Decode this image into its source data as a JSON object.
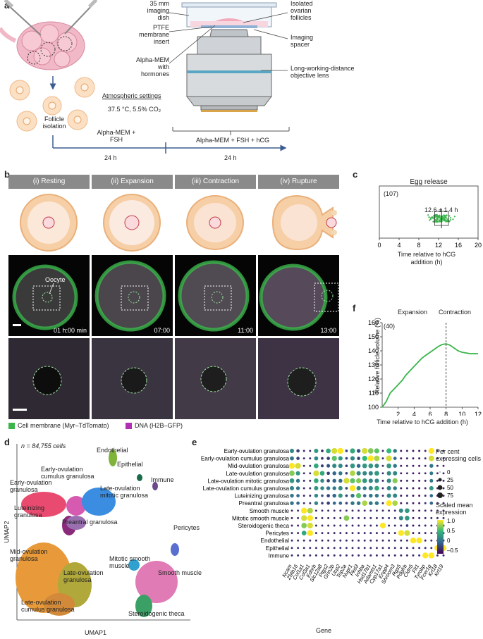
{
  "panel_a": {
    "letter": "a",
    "labels": {
      "dish": "35 mm\nimaging\ndish",
      "membrane": "PTFE\nmembrane\ninsert",
      "medium": "Alpha-MEM\nwith\nhormones",
      "follicles": "Isolated\novarian\nfollicles",
      "spacer": "Imaging\nspacer",
      "lens": "Long-working-distance\nobjective lens",
      "atmos_title": "Atmospheric settings",
      "atmos_values": "37.5 °C, 5.5% CO₂",
      "isolation": "Follicle\nisolation",
      "stage1": "Alpha-MEM +\nFSH",
      "stage2": "Alpha-MEM + FSH + hCG",
      "dur1": "24 h",
      "dur2": "24 h"
    }
  },
  "panel_b": {
    "letter": "b",
    "stages": [
      "(i) Resting",
      "(ii) Expansion",
      "(iii) Contraction",
      "(iv) Rupture"
    ],
    "timestamps": [
      "01 h:00 min",
      "07:00",
      "11:00",
      "13:00"
    ],
    "oocyte_label": "Oocyte",
    "legend_membrane": "Cell membrane (Myr–TdTomato)",
    "legend_dna": "DNA (H2B–GFP)",
    "colors": {
      "membrane": "#39b54a",
      "dna": "#b02fb5"
    }
  },
  "panel_c": {
    "letter": "c",
    "title": "Egg release",
    "n": "(107)",
    "annotation": "12.6 ± 1.4 h",
    "xlabel": "Time relative to hCG\naddition (h)"
  },
  "panel_f": {
    "letter": "f",
    "phase1": "Expansion",
    "phase2": "Contraction",
    "n": "(40)",
    "ylabel": "Relative follicle volume (%)",
    "xlabel": "Time relative to hCG addition (h)"
  },
  "panel_d": {
    "letter": "d",
    "count": "n = 84,755 cells",
    "xlabel": "UMAP1",
    "ylabel": "UMAP2",
    "clusters": [
      "Endothelial",
      "Epithelial",
      "Immune",
      "Early-ovulation\ngranulosa",
      "Early-ovulation\ncumulus granulosa",
      "Late-ovulation\nmitotic granulosa",
      "Luteinizing\ngranulosa",
      "Preantral granulosa",
      "Pericytes",
      "Mid-ovulation\ngranulosa",
      "Mitotic smooth\nmuscle",
      "Smooth muscle",
      "Late-ovulation\ngranulosa",
      "Late-ovulation\ncumulus granulosa",
      "Steroidogenic theca"
    ]
  },
  "panel_e": {
    "letter": "e",
    "xlabel": "Gene",
    "size_legend_title": "Per cent\nexpressing cells",
    "color_legend_title": "Scaled mean\nexpression"
  },
  "chart_data": [
    {
      "type": "scatter",
      "title": "Egg release",
      "xlabel": "Time relative to hCG addition (h)",
      "xlim": [
        0,
        20
      ],
      "xticks": [
        0,
        4,
        8,
        12,
        16,
        20
      ],
      "summary": {
        "mean": 12.6,
        "sd": 1.4,
        "n": 107
      },
      "color": "#39b54a"
    },
    {
      "type": "line",
      "xlabel": "Time relative to hCG addition (h)",
      "ylabel": "Relative follicle volume (%)",
      "xlim": [
        0,
        12
      ],
      "ylim": [
        100,
        160
      ],
      "xticks": [
        2,
        4,
        6,
        8,
        10,
        12
      ],
      "yticks": [
        100,
        110,
        120,
        130,
        140,
        150,
        160
      ],
      "x": [
        0,
        0.5,
        1,
        1.5,
        2,
        2.5,
        3,
        3.5,
        4,
        4.5,
        5,
        5.5,
        6,
        6.5,
        7,
        7.5,
        8,
        8.5,
        9,
        9.5,
        10,
        10.5,
        11,
        11.5,
        12
      ],
      "y": [
        100,
        104,
        110,
        113,
        116,
        119,
        123,
        126,
        129,
        132,
        135,
        137,
        139,
        141,
        143,
        144.5,
        145,
        144,
        142,
        140,
        139,
        138.5,
        138,
        138,
        138
      ],
      "marker_x": 8,
      "color": "#39b54a"
    },
    {
      "type": "heatmap",
      "rows": [
        "Early-ovulation granulosa",
        "Early-ovulation cumulus granulosa",
        "Mid-ovulation granulosa",
        "Late-ovulation granulosa",
        "Late-ovulation mitotic granulosa",
        "Late-ovulation cumulus granulosa",
        "Luteinizing granulosa",
        "Preantral granulosa",
        "Smooth muscle",
        "Mitotic smooth muscle",
        "Steroidogenic theca",
        "Pericytes",
        "Endothelial",
        "Epithelial",
        "Immune"
      ],
      "cols": [
        "Ncam",
        "Zbtb16",
        "Col1a1",
        "Col3a1",
        "Ednrb",
        "Slc12a8",
        "Ptgs2",
        "Grin2b",
        "Ucp2",
        "Top2a",
        "Nupr1",
        "Pkd3",
        "Inhba",
        "Hsd17b1",
        "Adamts1",
        "Cyp17a1",
        "Enpp4",
        "Shroom3",
        "Rgs5",
        "Pdgfrb",
        "Cldn5",
        "Flt1",
        "Tyrobp",
        "Fcer1g",
        "Krt18",
        "Krt19"
      ],
      "size_legend": [
        0,
        25,
        50,
        75
      ],
      "color_legend": [
        1.0,
        0.5,
        0,
        -0.5
      ],
      "values": [
        [
          0.2,
          -0.2,
          -0.3,
          -0.3,
          0.3,
          -0.3,
          0.4,
          0.9,
          1.0,
          -0.2,
          0.4,
          -0.1,
          0.9,
          0.7,
          0.6,
          -0.3,
          0.5,
          0.1,
          -0.4,
          -0.3,
          -0.4,
          -0.4,
          -0.3,
          1.0,
          -0.3,
          -0.3
        ],
        [
          0.1,
          -0.2,
          -0.3,
          -0.3,
          0.2,
          -0.3,
          -0.2,
          0.6,
          0.3,
          -0.2,
          0.2,
          -0.2,
          0.5,
          1.0,
          0.8,
          -0.3,
          0.9,
          0.0,
          -0.4,
          -0.3,
          -0.4,
          -0.4,
          -0.3,
          0.9,
          -0.3,
          -0.3
        ],
        [
          1.0,
          0.9,
          -0.3,
          -0.3,
          0.4,
          -0.2,
          -0.1,
          0.2,
          0.2,
          -0.2,
          0.3,
          0.0,
          0.3,
          0.3,
          0.2,
          -0.3,
          0.3,
          0.1,
          -0.4,
          -0.3,
          -0.4,
          -0.4,
          -0.3,
          0.1,
          -0.3,
          -0.3
        ],
        [
          0.7,
          0.3,
          -0.3,
          -0.3,
          0.9,
          0.4,
          -0.2,
          0.0,
          0.1,
          -0.2,
          0.8,
          0.2,
          0.2,
          0.2,
          0.3,
          -0.3,
          0.2,
          0.2,
          -0.4,
          -0.3,
          -0.4,
          -0.4,
          -0.3,
          0.1,
          -0.3,
          -0.3
        ],
        [
          0.3,
          0.1,
          -0.3,
          -0.3,
          0.4,
          0.2,
          -0.2,
          0.0,
          0.0,
          0.9,
          0.6,
          0.7,
          0.3,
          0.2,
          0.2,
          -0.3,
          0.2,
          0.7,
          -0.4,
          -0.3,
          -0.4,
          -0.4,
          -0.3,
          0.1,
          -0.3,
          -0.3
        ],
        [
          0.2,
          0.1,
          -0.3,
          -0.3,
          0.3,
          0.2,
          0.1,
          0.1,
          0.2,
          -0.2,
          1.0,
          0.2,
          0.1,
          0.2,
          0.4,
          -0.3,
          0.2,
          0.1,
          -0.4,
          -0.3,
          -0.4,
          -0.4,
          -0.3,
          0.3,
          -0.3,
          -0.3
        ],
        [
          0.1,
          0.0,
          -0.3,
          -0.3,
          0.2,
          -0.1,
          -0.2,
          0.0,
          0.3,
          -0.2,
          0.1,
          0.6,
          0.0,
          0.1,
          0.1,
          -0.3,
          0.2,
          0.2,
          -0.4,
          -0.3,
          -0.4,
          -0.4,
          -0.3,
          0.0,
          -0.3,
          -0.3
        ],
        [
          0.1,
          0.0,
          -0.3,
          -0.3,
          0.2,
          -0.2,
          -0.2,
          0.0,
          0.0,
          -0.2,
          0.1,
          0.1,
          0.8,
          0.1,
          0.1,
          -0.3,
          1.0,
          0.8,
          -0.4,
          -0.3,
          -0.4,
          -0.4,
          -0.3,
          0.0,
          -0.3,
          -0.3
        ],
        [
          -0.3,
          -0.3,
          1.0,
          0.8,
          -0.3,
          -0.3,
          -0.3,
          -0.3,
          -0.3,
          -0.3,
          -0.3,
          -0.3,
          -0.3,
          -0.3,
          -0.3,
          -0.3,
          -0.3,
          -0.3,
          0.2,
          0.3,
          -0.4,
          -0.4,
          -0.3,
          -0.3,
          -0.3,
          -0.3
        ],
        [
          -0.3,
          -0.3,
          0.9,
          1.0,
          -0.3,
          -0.3,
          -0.3,
          -0.3,
          -0.3,
          0.7,
          -0.3,
          -0.3,
          -0.3,
          -0.3,
          -0.3,
          -0.3,
          -0.3,
          -0.3,
          0.2,
          0.3,
          -0.4,
          -0.4,
          -0.3,
          -0.3,
          -0.3,
          -0.3
        ],
        [
          -0.3,
          -0.3,
          0.7,
          0.9,
          -0.3,
          -0.3,
          -0.3,
          -0.3,
          -0.3,
          -0.3,
          -0.3,
          -0.3,
          -0.3,
          -0.3,
          -0.3,
          1.0,
          -0.3,
          -0.3,
          -0.3,
          -0.2,
          -0.4,
          -0.4,
          -0.3,
          -0.3,
          -0.3,
          -0.3
        ],
        [
          -0.3,
          -0.3,
          0.4,
          1.0,
          -0.3,
          -0.3,
          -0.3,
          -0.3,
          -0.3,
          -0.3,
          -0.3,
          -0.3,
          -0.3,
          -0.3,
          -0.3,
          -0.3,
          -0.3,
          -0.3,
          1.0,
          0.9,
          -0.4,
          -0.4,
          -0.3,
          -0.3,
          -0.3,
          -0.3
        ],
        [
          -0.3,
          -0.3,
          -0.3,
          -0.3,
          -0.3,
          -0.3,
          -0.3,
          -0.3,
          -0.3,
          -0.3,
          -0.3,
          -0.3,
          -0.3,
          -0.3,
          -0.3,
          -0.3,
          -0.3,
          -0.3,
          -0.3,
          -0.3,
          1.0,
          1.0,
          -0.3,
          -0.3,
          -0.3,
          -0.3
        ],
        [
          -0.3,
          -0.3,
          -0.3,
          -0.3,
          -0.3,
          -0.3,
          -0.3,
          -0.3,
          -0.3,
          -0.3,
          -0.3,
          -0.3,
          -0.3,
          -0.3,
          -0.3,
          -0.3,
          -0.3,
          -0.3,
          -0.3,
          -0.3,
          -0.3,
          -0.3,
          -0.3,
          -0.3,
          1.0,
          1.0
        ],
        [
          -0.3,
          -0.3,
          -0.3,
          -0.3,
          -0.3,
          -0.3,
          -0.3,
          -0.3,
          -0.3,
          -0.3,
          -0.3,
          -0.3,
          -0.3,
          -0.3,
          -0.3,
          -0.3,
          -0.3,
          -0.3,
          -0.3,
          -0.3,
          -0.3,
          -0.3,
          1.0,
          1.0,
          -0.3,
          -0.3
        ]
      ],
      "pct": [
        [
          40,
          20,
          5,
          5,
          40,
          10,
          50,
          80,
          85,
          10,
          60,
          30,
          80,
          70,
          60,
          5,
          60,
          30,
          5,
          5,
          5,
          5,
          5,
          80,
          5,
          5
        ],
        [
          35,
          20,
          5,
          5,
          35,
          10,
          20,
          60,
          40,
          10,
          40,
          20,
          60,
          85,
          75,
          5,
          80,
          20,
          5,
          5,
          5,
          5,
          5,
          75,
          5,
          5
        ],
        [
          85,
          80,
          5,
          5,
          50,
          15,
          25,
          40,
          40,
          10,
          50,
          30,
          50,
          50,
          40,
          5,
          50,
          30,
          5,
          5,
          5,
          5,
          5,
          30,
          5,
          5
        ],
        [
          70,
          40,
          5,
          5,
          80,
          50,
          20,
          30,
          30,
          10,
          70,
          40,
          40,
          40,
          50,
          5,
          40,
          40,
          5,
          5,
          5,
          5,
          5,
          25,
          5,
          5
        ],
        [
          50,
          30,
          5,
          5,
          50,
          30,
          20,
          30,
          30,
          80,
          60,
          60,
          50,
          40,
          40,
          5,
          40,
          60,
          5,
          5,
          5,
          5,
          5,
          25,
          5,
          5
        ],
        [
          40,
          30,
          5,
          5,
          40,
          30,
          30,
          30,
          40,
          10,
          85,
          40,
          30,
          40,
          50,
          5,
          40,
          30,
          5,
          5,
          5,
          5,
          5,
          40,
          5,
          5
        ],
        [
          30,
          20,
          5,
          5,
          30,
          10,
          20,
          30,
          40,
          10,
          30,
          60,
          20,
          30,
          30,
          5,
          40,
          40,
          5,
          5,
          5,
          5,
          5,
          20,
          5,
          5
        ],
        [
          30,
          20,
          5,
          5,
          30,
          10,
          20,
          20,
          20,
          10,
          30,
          30,
          70,
          30,
          30,
          5,
          80,
          70,
          5,
          5,
          5,
          5,
          5,
          20,
          5,
          5
        ],
        [
          5,
          5,
          85,
          75,
          5,
          5,
          5,
          5,
          5,
          5,
          5,
          5,
          5,
          5,
          5,
          5,
          5,
          5,
          40,
          50,
          5,
          5,
          5,
          5,
          5,
          5
        ],
        [
          5,
          5,
          80,
          85,
          5,
          5,
          5,
          5,
          5,
          70,
          5,
          5,
          5,
          5,
          5,
          5,
          5,
          5,
          40,
          50,
          5,
          5,
          5,
          5,
          5,
          5
        ],
        [
          5,
          5,
          70,
          80,
          5,
          5,
          5,
          5,
          5,
          5,
          5,
          5,
          5,
          5,
          5,
          80,
          5,
          5,
          5,
          10,
          5,
          5,
          5,
          5,
          5,
          5
        ],
        [
          5,
          5,
          50,
          85,
          5,
          5,
          5,
          5,
          5,
          5,
          5,
          5,
          5,
          5,
          5,
          5,
          5,
          5,
          85,
          80,
          5,
          5,
          5,
          5,
          5,
          5
        ],
        [
          5,
          5,
          5,
          5,
          5,
          5,
          5,
          5,
          5,
          5,
          5,
          5,
          5,
          5,
          5,
          5,
          5,
          5,
          5,
          5,
          85,
          85,
          5,
          5,
          5,
          5
        ],
        [
          5,
          5,
          5,
          5,
          5,
          5,
          5,
          5,
          5,
          5,
          5,
          5,
          5,
          5,
          5,
          5,
          5,
          5,
          5,
          5,
          5,
          5,
          5,
          5,
          85,
          85
        ],
        [
          5,
          5,
          5,
          5,
          5,
          5,
          5,
          5,
          5,
          5,
          5,
          5,
          5,
          5,
          5,
          5,
          5,
          5,
          5,
          5,
          5,
          5,
          85,
          85,
          5,
          5
        ]
      ]
    }
  ]
}
